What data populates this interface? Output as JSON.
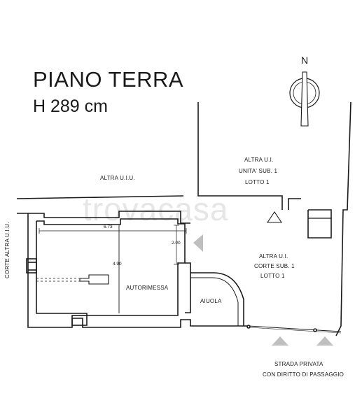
{
  "title": "PIANO TERRA",
  "subtitle": "H 289 cm",
  "north_label": "N",
  "watermark": "trovacasa",
  "labels": {
    "altra_uiu_top": "ALTRA U.I.U.",
    "corte_altra_uiu": "CORTE ALTRA U.I.U.",
    "altra_ui_top_1": "ALTRA U.I.",
    "altra_ui_top_2": "UNITA' SUB. 1",
    "altra_ui_top_3": "LOTTO 1",
    "altra_ui_mid_1": "ALTRA U.I.",
    "altra_ui_mid_2": "CORTE SUB. 1",
    "altra_ui_mid_3": "LOTTO 1",
    "autorimessa": "AUTORIMESSA",
    "aiuola": "AIUOLA",
    "strada_1": "STRADA PRIVATA",
    "strada_2": "CON DIRITTO DI PASSAGGIO"
  },
  "dimensions": {
    "width": "6.73",
    "height": "4.90",
    "opening": "2.00"
  }
}
